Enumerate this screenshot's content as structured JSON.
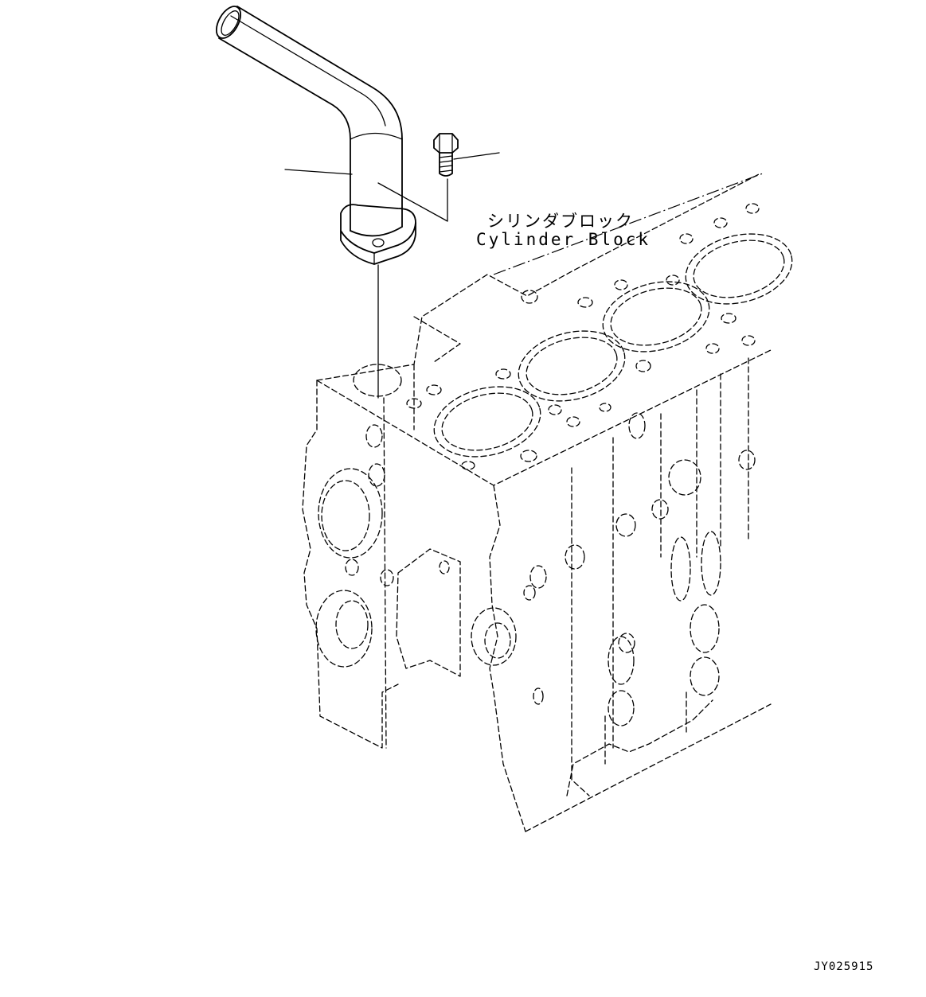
{
  "labels": {
    "part_name_jp": "シリンダブロック",
    "part_name_en": "Cylinder Block",
    "drawing_code": "JY025915"
  },
  "colors": {
    "line": "#000000",
    "background": "#ffffff"
  }
}
